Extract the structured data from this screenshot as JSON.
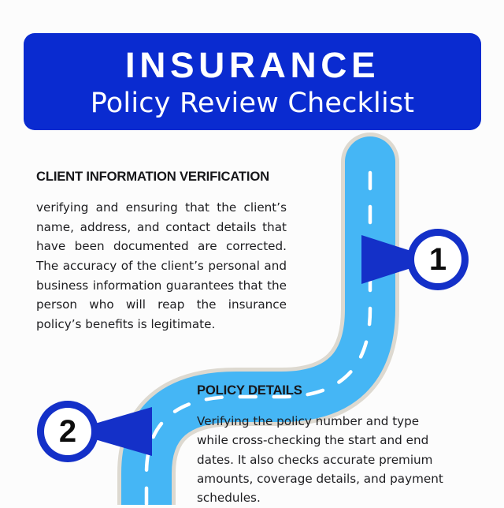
{
  "header": {
    "title": "INSURANCE",
    "subtitle": "Policy Review Checklist",
    "background_color": "#0a2bd0",
    "text_color": "#ffffff"
  },
  "theme": {
    "page_background": "#fcfcfc",
    "accent_blue": "#0a2bd0",
    "road_fill": "#45b6f5",
    "road_outline": "#ddd9d0",
    "road_dash": "#ffffff",
    "badge_ring": "#1430c8",
    "badge_inner": "#ffffff",
    "badge_numeral": "#0d0d0d",
    "heading_color": "#17171a",
    "body_color": "#1d1d20"
  },
  "steps": [
    {
      "number": "1",
      "heading": "CLIENT INFORMATION VERIFICATION",
      "body": "verifying and ensuring that the client’s name, address, and contact details that have been documented are corrected. The accuracy of the client’s personal and business information guarantees that the person who will reap the insurance policy’s benefits is legitimate."
    },
    {
      "number": "2",
      "heading": "POLICY DETAILS",
      "body": "Verifying the policy number and type while cross-checking the start and end dates. It also checks accurate premium amounts, coverage details, and payment schedules."
    }
  ],
  "graphics": {
    "road_label": "road-path",
    "badge_1_label": "step-marker-1",
    "badge_2_label": "step-marker-2"
  }
}
